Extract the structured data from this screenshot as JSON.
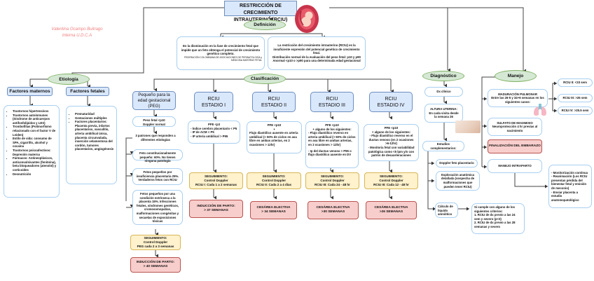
{
  "title": "RESTRICCIÓN DE CRECIMIENTO INTRAUTERINO (RCIU)",
  "author": {
    "name": "Valentina Ocampo Buitrago",
    "role": "Interna U.D.C.A"
  },
  "definicion": {
    "label": "Definición",
    "box1": {
      "text": "Es la disminución en la fase de crecimiento fetal que impide que un feto obtenga el potencial de crecimiento genético completo.",
      "source": "FEDERACIÓN COLOMBIANA DE ASOCIACIONES DE PERINATOLOGÍA y MEDICINA MATERNO FETAL"
    },
    "box2": {
      "lines": [
        "La restricción del crecimiento intrauterino (RCIU) es la insuficiente expresión del potencial genético de crecimiento fetal.",
        "Distribución normal de la evaluación del peso fetal: p10 y p90",
        "Anormal <p10 o >p90 para una determinada edad gestacional"
      ]
    }
  },
  "etiologia": {
    "label": "Etiología",
    "maternos": {
      "label": "Factores maternos",
      "items": [
        "Trastornos hipertensivos",
        "Trastornos autoinmunes (Síndrome de anticuerpos antifosfolípidos y LES)",
        "Trombofilias (Polimorfismo relacionado con el factor V de Leiden)",
        "Estilo de vida: consumo de SPA, cigarrillo, alcohol y cocaína",
        "Trastornos psicoafectivos: Depresión materna",
        "Fármacos: Antineoplásicos, anticonvulsivantes (fenitoína), beta bloqueadores (atenolol) y corticoides",
        "Desnutrición"
      ]
    },
    "fetales": {
      "label": "Factores fetales",
      "items": [
        "Prematuridad",
        "Gestaciones múltiples",
        "Factores placentarios: Placenta previa, infartos placentarios, vasculitis, arteria umbilical única, placenta circunvalada, inserción velamentosa del cordón, tumores placentarios, angiogénesis"
      ]
    }
  },
  "clasificacion": {
    "label": "Clasificación",
    "peg": {
      "label": "Pequeño para la edad gestacional (PEG)",
      "criteria": [
        "Peso fetal <p10",
        "Doppler normal"
      ],
      "patterns_intro": "3 patrones que responden a diferentes etiologías",
      "patterns": [
        "Feto constitucionalmente pequeño: 60%. No tienen ninguna patología",
        "Fetos pequeños por insuficiencia placentaria 25%. Verdaderos fetos con RCIU",
        "Fetos pequeños por una condición extrínseca a la placenta 15%. Infecciones fetales, síndromes genéticos, cromosomopatías, malformaciones congénitas y secuelas de exposiciones tóxicas"
      ],
      "seguimiento": [
        "SEGUIMIENTO:",
        "Control Doppler",
        "PEG cada 2 a 3 semanas"
      ],
      "parto": [
        "INDUCCIÓN DE PARTO:",
        "> 40 SEMANAS"
      ]
    },
    "stages": [
      {
        "label": "RCIU",
        "stage": "ESTADIO I",
        "criteria": [
          "PFE <p3",
          "- Índice cerebro placentario < P5",
          "- IP de ACM < P5",
          "- IP arteria umbilical > P95"
        ],
        "seguimiento": [
          "SEGUIMIENTO:",
          "Control Doppler",
          "RCIU I: Cada 1 a 2 semanas"
        ],
        "parto": [
          "INDUCCIÓN DE PARTO:",
          "> 37 SEMANAS"
        ]
      },
      {
        "label": "RCIU",
        "stage": "ESTADIO II",
        "criteria": [
          "PFE <p10",
          "+",
          "Flujo diastólico ausente en arteria umbilical (> 50% de ciclos en asa libre en ambas arterias, en 2 ocasiones > 12hr)"
        ],
        "seguimiento": [
          "SEGUIMIENTO:",
          "Control Doppler",
          "RCIU II: Cada 2 a 4 días"
        ],
        "parto": [
          "CESÁREA ELECTIVA",
          "> 34 SEMANAS"
        ]
      },
      {
        "label": "RCIU",
        "stage": "ESTADIO III",
        "criteria": [
          "PFE <p10",
          "+ alguno de los siguientes:",
          "- Flujo diastólico reverso en arteria umbilical (> 50% de ciclos en asa libre en ambas arterias, en 2 ocasiones > 12hr)",
          "- Ip del ductus venoso > P95 o flujo diastólico ausente en DV"
        ],
        "seguimiento": [
          "SEGUIMIENTO:",
          "Control Doppler",
          "RCIU III: Cada 24 - 48 hr"
        ],
        "parto": [
          "CESÁREA ELECTIVA",
          ">30 SEMANAS"
        ]
      },
      {
        "label": "RCIU",
        "stage": "ESTADIO IV",
        "criteria": [
          "PFE <p10",
          "+ alguno de los siguientes:",
          "- Flujo diastólico reverso en el ductus venoso (en 2 ocasiones >6-12hr)",
          "- Monitoria fetal con variabilidad patológica como <5 lpm y/o con patrón de desaceleraciones"
        ],
        "seguimiento": [
          "SEGUIMIENTO:",
          "Control Doppler",
          "RCIU III: Cada 12 - 48 hr"
        ],
        "parto": [
          "CESÁREA ELECTIVA",
          ">26 SEMANAS"
        ]
      }
    ]
  },
  "diagnostico": {
    "label": "Diagnóstico",
    "clinico": "Dx clínico",
    "altura": [
      "ALTURA UTERINA:",
      "En cada visita desde la semana 26"
    ],
    "complementarios": "Estudios complementarios:",
    "items": [
      "Doppler feto placentario",
      "Exploración anatómica detallada (sospecha de malformaciones que pueden tener RCIU)",
      "Cálculo de líquido amniótico"
    ],
    "criterios": [
      "Si cumple con alguno de los siguientes criterios:",
      "1. RCIU de dx previo a las 24 sem y severo (p<3)",
      "2. RCIU de dx previo a las 28 semanas y severo"
    ]
  },
  "manejo": {
    "label": "Manejo",
    "maduracion": [
      "MADURACIÓN PULMONAR",
      "Entre las 26-5 y 34+6 semanas en los siguientes casos:"
    ],
    "maduracion_cases": [
      "RCIU II: <33 sem",
      "RCIU III: >26 sem",
      "RCIU IV: >25.5 sem"
    ],
    "sulfato": [
      "SULFATO DE MAGNESIO",
      "Neuroprotección 4 hr previas al nacimiento"
    ],
    "finalizacion": [
      "FINALIZACIÓN DEL EMBARAZO"
    ],
    "intraparto": "MANEJO INTRAPARTO",
    "intraparto_items": [
      "- Monitorización continua",
      "- Reanimación (Los RCIU presentan pérdida del bienestar fetal y emisión de meconio)",
      "- Enviar placenta a estudio anatomopatológico"
    ]
  }
}
